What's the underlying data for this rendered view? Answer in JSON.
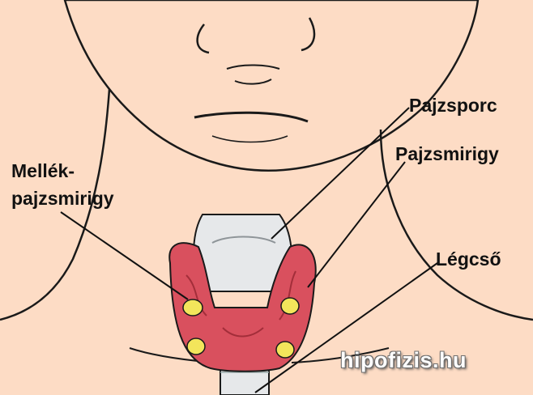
{
  "labels": {
    "pajzsporc": "Pajzsporc",
    "pajzsmirigy": "Pajzsmirigy",
    "mellek_line1": "Mellék-",
    "mellek_line2": "pajzsmirigy",
    "legcso": "Légcső"
  },
  "watermark": "hipofizis.hu",
  "colors": {
    "skin": "#fddcc5",
    "outline": "#1a1a1a",
    "thyroid": "#d9505e",
    "parathyroid": "#f3e55b",
    "cartilage": "#e6e8ea"
  }
}
